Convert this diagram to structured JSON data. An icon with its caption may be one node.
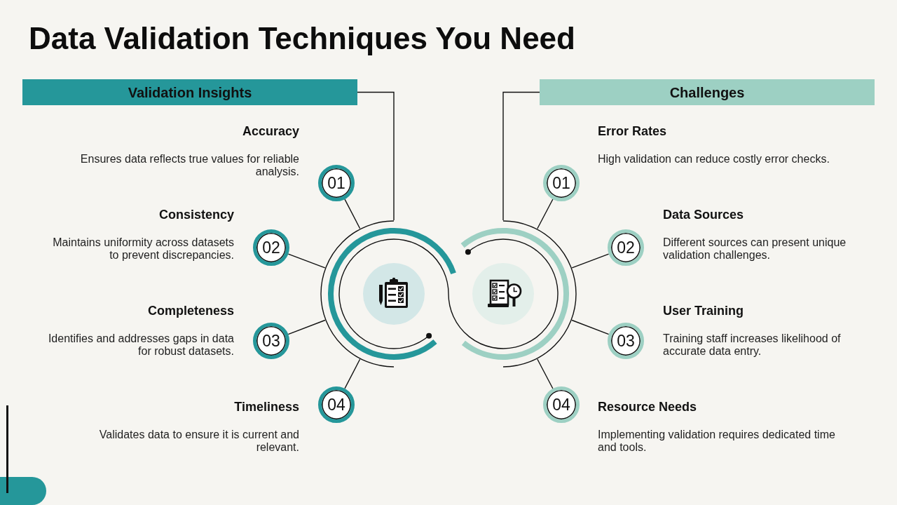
{
  "diagram": {
    "title": "Data Validation Techniques You Need",
    "nodes": [
      {
        "text": [
          "Validation Insights"
        ]
      },
      {
        "text": [
          "Challenges"
        ]
      },
      {
        "text": [],
        "shape": "circle"
      },
      {
        "text": [],
        "shape": "circle"
      },
      {
        "text": [
          "01"
        ],
        "beside": [
          "Accuracy",
          "Ensures data reflects true values for reliable analysis."
        ]
      },
      {
        "text": [
          "02"
        ],
        "beside": [
          "Consistency",
          "Maintains uniformity across datasets to prevent discrepancies."
        ]
      },
      {
        "text": [
          "03"
        ],
        "beside": [
          "Completeness",
          "Identifies and addresses gaps in data for robust datasets."
        ]
      },
      {
        "text": [
          "04"
        ],
        "beside": [
          "Timeliness",
          "Validates data to ensure it is current and relevant."
        ]
      },
      {
        "text": [
          "01"
        ],
        "beside": [
          "Error Rates",
          "High validation can reduce costly error checks."
        ]
      },
      {
        "text": [
          "02"
        ],
        "beside": [
          "Data Sources",
          "Different sources can present unique validation challenges."
        ]
      },
      {
        "text": [
          "03"
        ],
        "beside": [
          "User Training",
          "Training staff increases likelihood of accurate data entry."
        ]
      },
      {
        "text": [
          "04"
        ],
        "beside": [
          "Resource Needs",
          "Implementing validation requires dedicated time and tools."
        ]
      }
    ],
    "edges": [
      {
        "from": 0,
        "to": 2,
        "arrow": "none"
      },
      {
        "from": 1,
        "to": 3,
        "arrow": "none"
      },
      {
        "from": 4,
        "to": 2,
        "arrow": "none"
      },
      {
        "from": 5,
        "to": 2,
        "arrow": "none"
      },
      {
        "from": 6,
        "to": 2,
        "arrow": "none"
      },
      {
        "from": 7,
        "to": 2,
        "arrow": "none"
      },
      {
        "from": 8,
        "to": 3,
        "arrow": "none"
      },
      {
        "from": 9,
        "to": 3,
        "arrow": "none"
      },
      {
        "from": 10,
        "to": 3,
        "arrow": "none"
      },
      {
        "from": 11,
        "to": 3,
        "arrow": "none"
      }
    ]
  }
}
